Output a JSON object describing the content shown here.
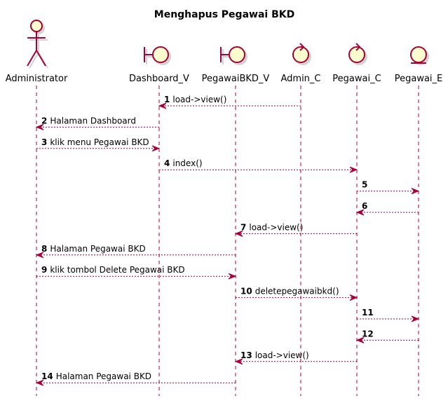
{
  "title": "Menghapus Pegawai BKD",
  "colors": {
    "line": "#A80036",
    "fill": "#FEFECE",
    "shadow": "#D3D3D3",
    "lifeline": "#A80036"
  },
  "participants": [
    {
      "id": "administrator",
      "label": "Administrator",
      "kind": "actor"
    },
    {
      "id": "dashboard_v",
      "label": "Dashboard_V",
      "kind": "boundary"
    },
    {
      "id": "pegawaibkd_v",
      "label": "PegawaiBKD_V",
      "kind": "boundary"
    },
    {
      "id": "admin_c",
      "label": "Admin_C",
      "kind": "control"
    },
    {
      "id": "pegawai_c",
      "label": "Pegawai_C",
      "kind": "control"
    },
    {
      "id": "pegawai_e",
      "label": "Pegawai_E",
      "kind": "entity"
    }
  ],
  "messages": [
    {
      "num": "1",
      "text": "load->view()",
      "from": "admin_c",
      "to": "dashboard_v"
    },
    {
      "num": "2",
      "text": "Halaman Dashboard",
      "from": "dashboard_v",
      "to": "administrator"
    },
    {
      "num": "3",
      "text": "klik menu Pegawai BKD",
      "from": "administrator",
      "to": "dashboard_v"
    },
    {
      "num": "4",
      "text": "index()",
      "from": "dashboard_v",
      "to": "pegawai_c"
    },
    {
      "num": "5",
      "text": "",
      "from": "pegawai_c",
      "to": "pegawai_e"
    },
    {
      "num": "6",
      "text": "",
      "from": "pegawai_e",
      "to": "pegawai_c"
    },
    {
      "num": "7",
      "text": "load->view()",
      "from": "pegawai_c",
      "to": "pegawaibkd_v"
    },
    {
      "num": "8",
      "text": "Halaman Pegawai BKD",
      "from": "pegawaibkd_v",
      "to": "administrator"
    },
    {
      "num": "9",
      "text": "klik tombol Delete Pegawai BKD",
      "from": "administrator",
      "to": "pegawaibkd_v"
    },
    {
      "num": "10",
      "text": "deletepegawaibkd()",
      "from": "pegawaibkd_v",
      "to": "pegawai_c"
    },
    {
      "num": "11",
      "text": "",
      "from": "pegawai_c",
      "to": "pegawai_e"
    },
    {
      "num": "12",
      "text": "",
      "from": "pegawai_e",
      "to": "pegawai_c"
    },
    {
      "num": "13",
      "text": "load->view()",
      "from": "pegawai_c",
      "to": "pegawaibkd_v"
    },
    {
      "num": "14",
      "text": "Halaman Pegawai BKD",
      "from": "pegawaibkd_v",
      "to": "administrator"
    }
  ]
}
